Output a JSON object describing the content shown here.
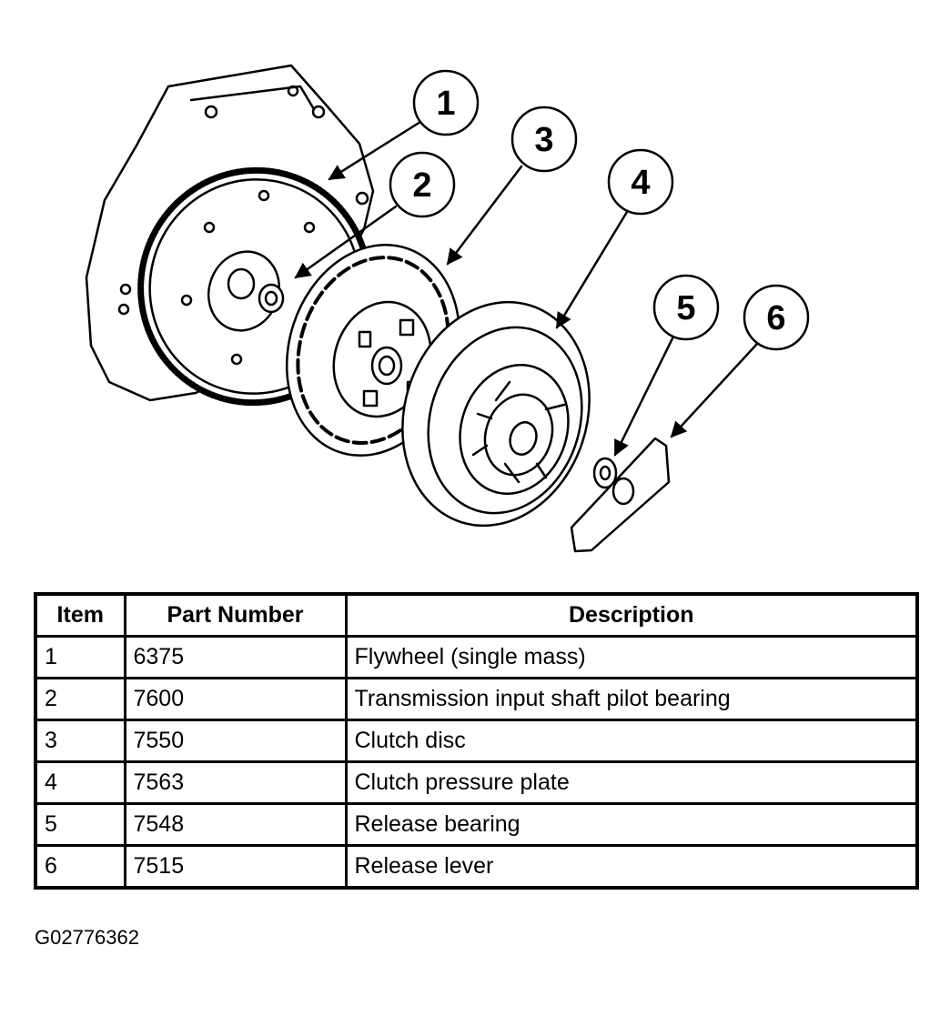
{
  "callouts": [
    "1",
    "2",
    "3",
    "4",
    "5",
    "6"
  ],
  "table": {
    "headers": {
      "item": "Item",
      "part_number": "Part Number",
      "description": "Description"
    },
    "rows": [
      {
        "item": "1",
        "part_number": "6375",
        "description": "Flywheel (single mass)"
      },
      {
        "item": "2",
        "part_number": "7600",
        "description": "Transmission input shaft pilot bearing"
      },
      {
        "item": "3",
        "part_number": "7550",
        "description": "Clutch disc"
      },
      {
        "item": "4",
        "part_number": "7563",
        "description": "Clutch pressure plate"
      },
      {
        "item": "5",
        "part_number": "7548",
        "description": "Release bearing"
      },
      {
        "item": "6",
        "part_number": "7515",
        "description": "Release lever"
      }
    ]
  },
  "figure_id": "G02776362",
  "colors": {
    "line": "#000000",
    "background": "#ffffff"
  }
}
